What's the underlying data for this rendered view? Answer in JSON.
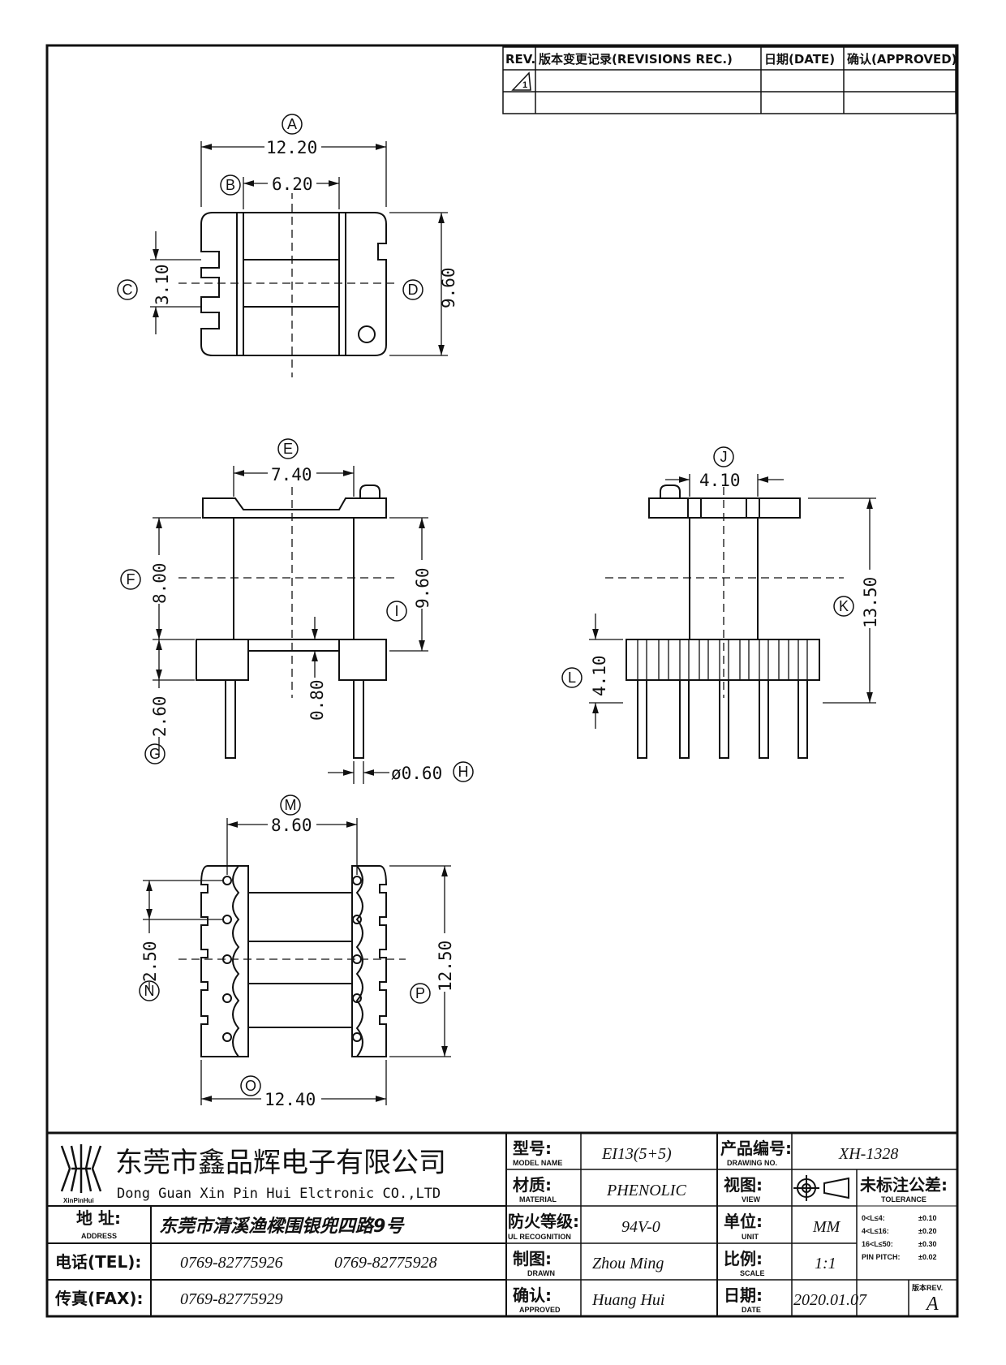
{
  "revision_table": {
    "rev_header": "REV.",
    "record_header": "版本变更记录(REVISIONS REC.)",
    "date_header": "日期(DATE)",
    "approved_header": "确认(APPROVED)",
    "rev_symbol": "1"
  },
  "top_view": {
    "dim_a": "12.20",
    "dim_b": "6.20",
    "dim_c": "3.10",
    "dim_d": "9.60",
    "label_a": "A",
    "label_b": "B",
    "label_c": "C",
    "label_d": "D"
  },
  "front_view": {
    "dim_e": "7.40",
    "dim_f": "8.00",
    "dim_i": "9.60",
    "dim_slot": "0.80",
    "dim_g": "2.60",
    "dim_h": "ø0.60",
    "label_e": "E",
    "label_f": "F",
    "label_i": "I",
    "label_g": "G",
    "label_h": "H"
  },
  "side_view": {
    "dim_j": "4.10",
    "dim_k": "13.50",
    "dim_l": "4.10",
    "label_j": "J",
    "label_k": "K",
    "label_l": "L"
  },
  "bottom_view": {
    "dim_m": "8.60",
    "dim_n": "2.50",
    "dim_p": "12.50",
    "dim_o": "12.40",
    "label_m": "M",
    "label_n": "N",
    "label_p": "P",
    "label_o": "O"
  },
  "title_block": {
    "company_cn": "东莞市鑫品辉电子有限公司",
    "company_en": "Dong Guan Xin Pin Hui Elctronic CO.,LTD",
    "logo_text": "XinPinHui",
    "address_label_cn": "地  址:",
    "address_label_en": "ADDRESS",
    "address_value": "东莞市清溪渔樑围银兜四路9号",
    "tel_label": "电话(TEL):",
    "tel_1": "0769-82775926",
    "tel_2": "0769-82775928",
    "fax_label": "传真(FAX):",
    "fax_value": "0769-82775929",
    "model_label_cn": "型号:",
    "model_label_en": "MODEL NAME",
    "model_value": "EI13(5+5)",
    "material_label_cn": "材质:",
    "material_label_en": "MATERIAL",
    "material_value": "PHENOLIC",
    "fire_label_cn": "防火等级:",
    "fire_label_en": "UL RECOGNITION",
    "fire_value": "94V-0",
    "drawn_label_cn": "制图:",
    "drawn_label_en": "DRAWN",
    "drawn_value": "Zhou Ming",
    "approved_label_cn": "确认:",
    "approved_label_en": "APPROVED",
    "approved_value": "Huang Hui",
    "drawing_no_label_cn": "产品编号:",
    "drawing_no_label_en": "DRAWING NO.",
    "drawing_no_value": "XH-1328",
    "view_label_cn": "视图:",
    "view_label_en": "VIEW",
    "unit_label_cn": "单位:",
    "unit_label_en": "UNIT",
    "unit_value": "MM",
    "scale_label_cn": "比例:",
    "scale_label_en": "SCALE",
    "scale_value": "1:1",
    "date_label_cn": "日期:",
    "date_label_en": "DATE",
    "date_value": "2020.01.07",
    "tolerance_label_cn": "未标注公差:",
    "tolerance_label_en": "TOLERANCE",
    "tol_1_range": "0<L≤4:",
    "tol_1_value": "±0.10",
    "tol_2_range": "4<L≤16:",
    "tol_2_value": "±0.20",
    "tol_3_range": "16<L≤50:",
    "tol_3_value": "±0.30",
    "tol_4_range": "PIN PITCH:",
    "tol_4_value": "±0.02",
    "version_label": "版本REV.",
    "version_value": "A"
  }
}
